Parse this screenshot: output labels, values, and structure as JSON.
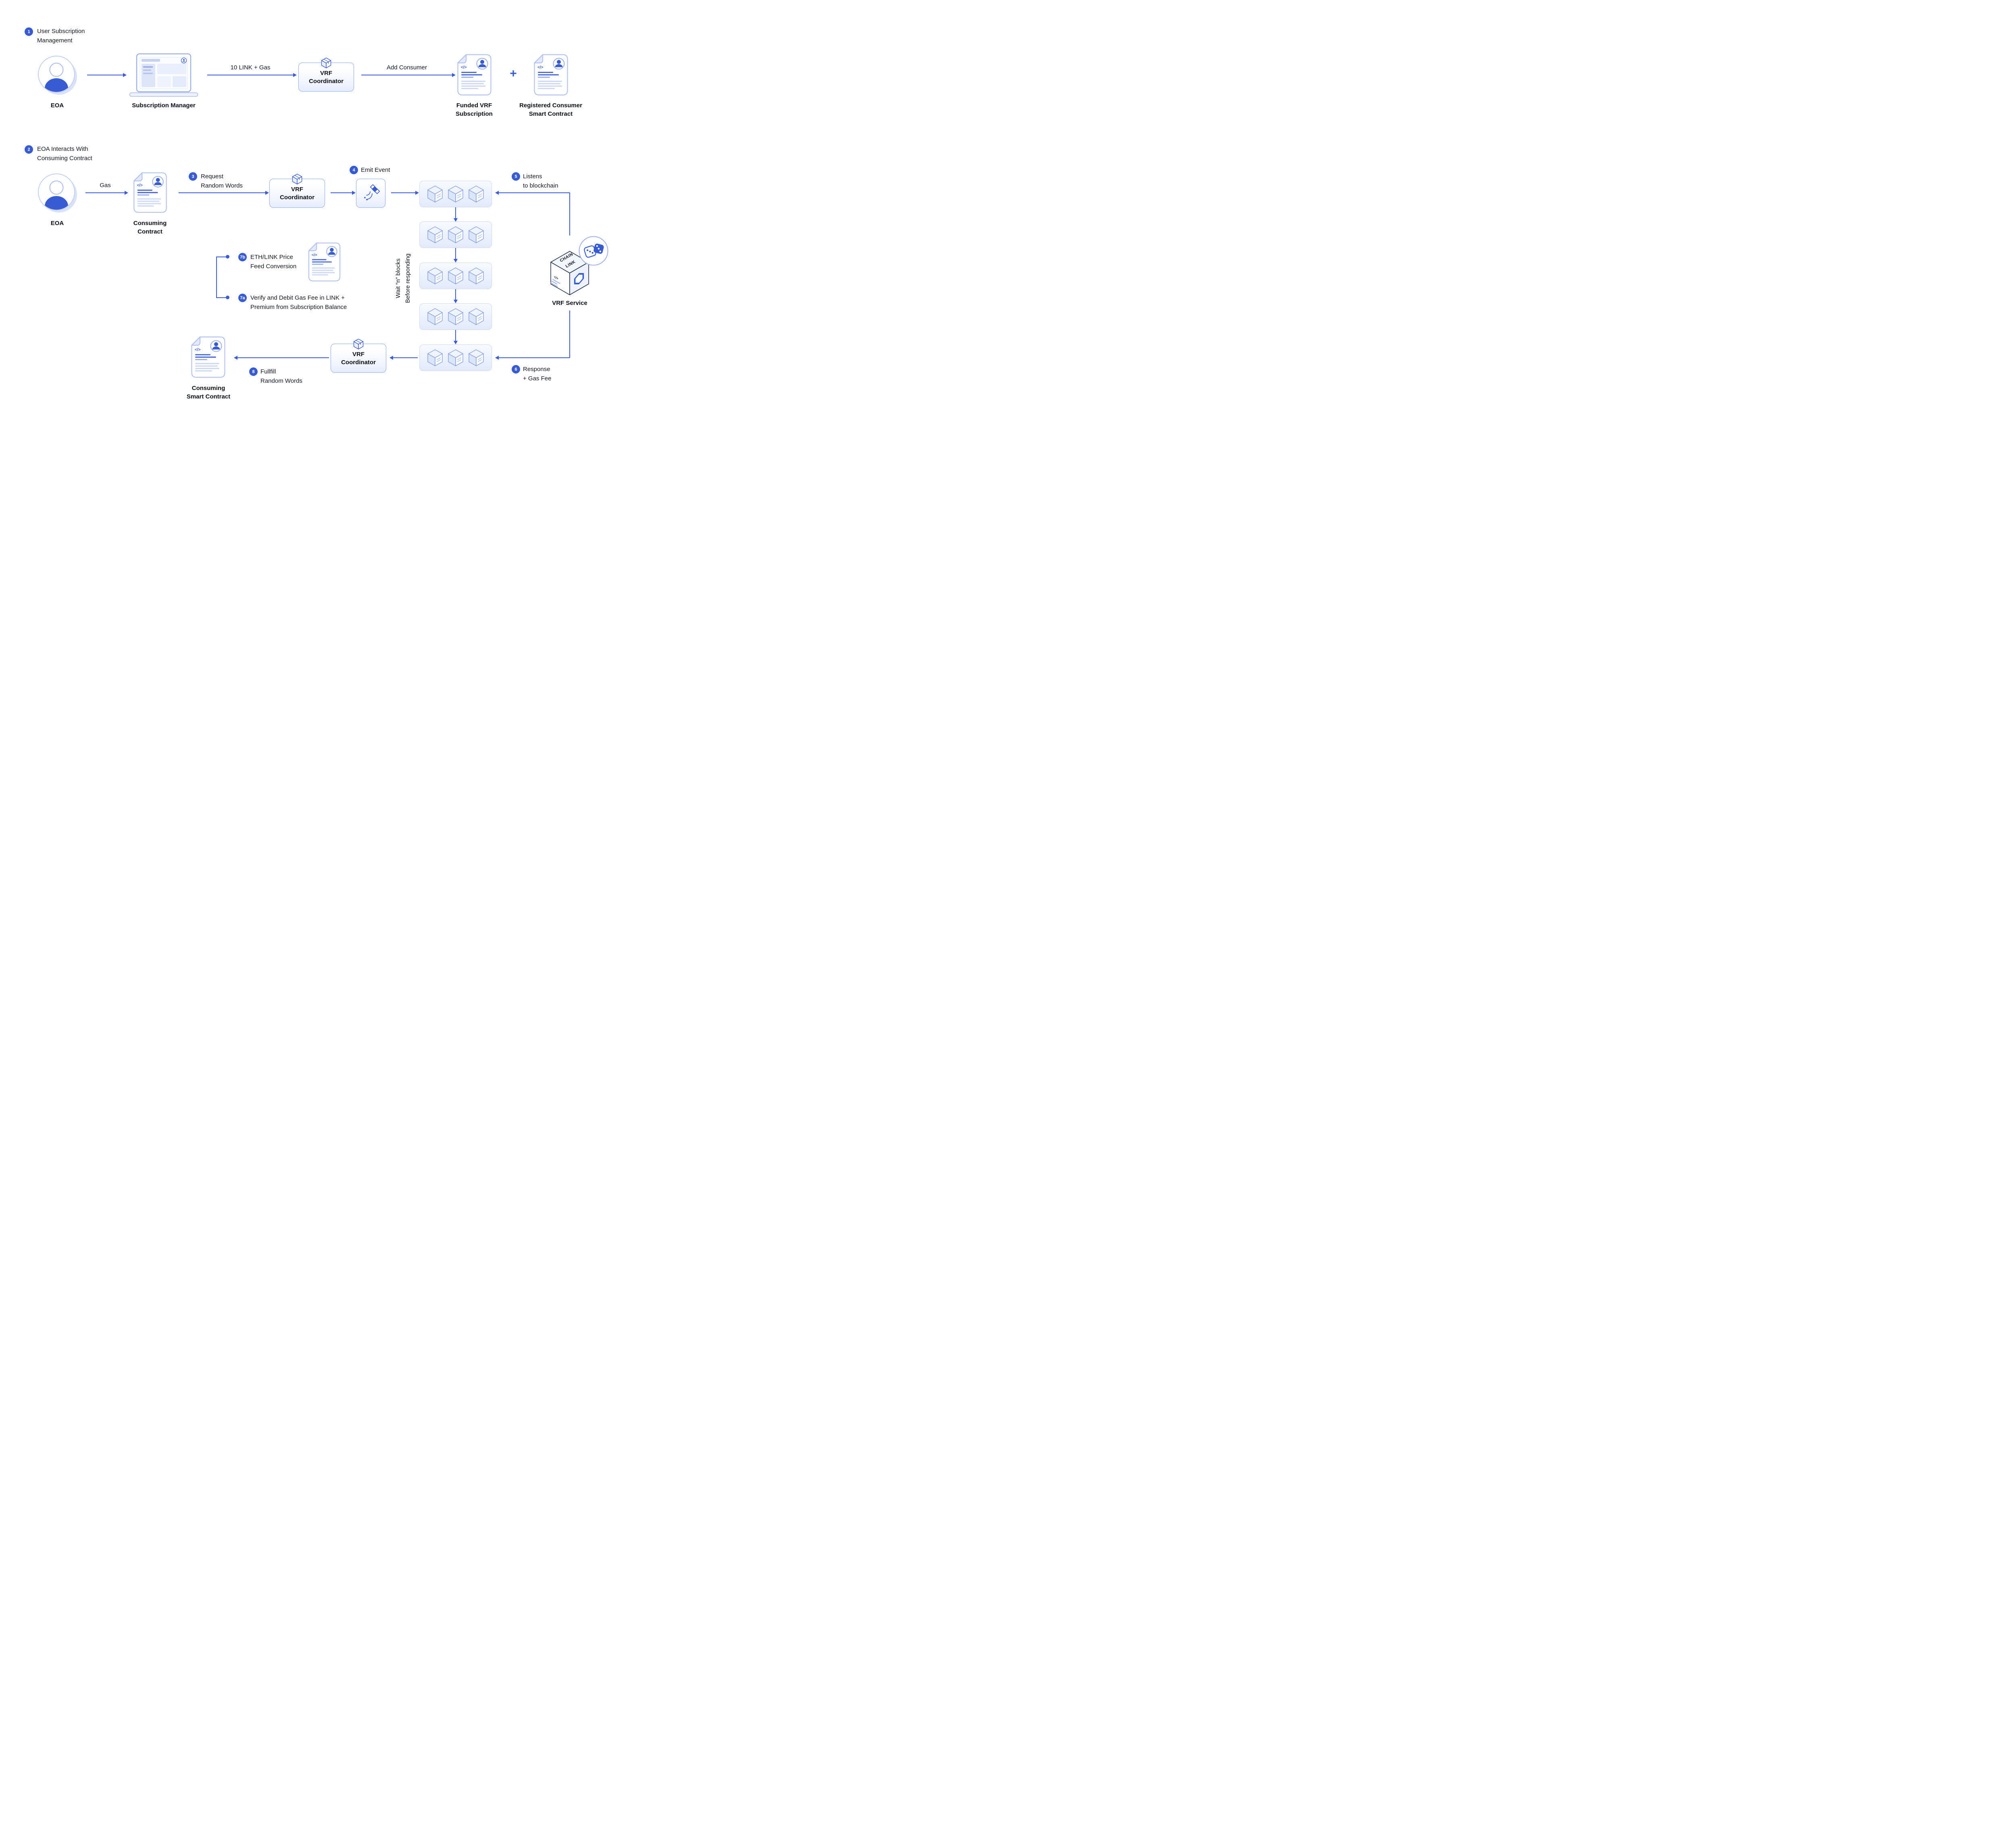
{
  "diagram": {
    "colors": {
      "primary": "#375BD2",
      "line": "#3A5BDC"
    },
    "icon_glyphs": {
      "code": "</>"
    },
    "steps": {
      "s1": {
        "badge": "1",
        "line1": "User Subscription",
        "line2": "Management"
      },
      "s2": {
        "badge": "2",
        "line1": "EOA Interacts With",
        "line2": "Consuming Contract"
      },
      "s3": {
        "badge": "3",
        "line1": "Request",
        "line2": "Random Words"
      },
      "s4": {
        "badge": "4",
        "line1": "Emit Event"
      },
      "s5": {
        "badge": "5",
        "line1": "Listens",
        "line2": "to blockchain"
      },
      "s6": {
        "badge": "6",
        "line1": "Response",
        "line2": "+ Gas Fee"
      },
      "s7a": {
        "badge": "7a",
        "line1": "Verify and Debit Gas Fee in LINK +",
        "line2": "Premium from Subscription Balance"
      },
      "s7b": {
        "badge": "7b",
        "line1": "ETH/LINK Price",
        "line2": "Feed Conversion"
      },
      "s8": {
        "badge": "8",
        "line1": "Fullfill",
        "line2": "Random Words"
      }
    },
    "nodes": {
      "eoa_top": {
        "label": "EOA"
      },
      "subscription_manager": {
        "label": "Subscription Manager"
      },
      "vrf_coordinator_top": {
        "line1": "VRF",
        "line2": "Coordinator"
      },
      "funded_subscription": {
        "line1": "Funded VRF",
        "line2": "Subscription"
      },
      "plus": "+",
      "registered_consumer": {
        "line1": "Registered Consumer",
        "line2": "Smart Contract"
      },
      "eoa_bottom": {
        "label": "EOA"
      },
      "consuming_contract": {
        "line1": "Consuming",
        "line2": "Contract"
      },
      "vrf_coordinator_request": {
        "line1": "VRF",
        "line2": "Coordinator"
      },
      "vrf_coordinator_fulfill": {
        "line1": "VRF",
        "line2": "Coordinator"
      },
      "vrf_service": {
        "label": "VRF Service",
        "cube_line1": "CHAIN",
        "cube_line2": "LINK"
      },
      "consuming_smart_contract": {
        "line1": "Consuming",
        "line2": "Smart Contract"
      }
    },
    "edges": {
      "link_gas": "10 LINK + Gas",
      "add_consumer": "Add Consumer",
      "gas": "Gas",
      "wait_line1": "Wait “n” blocks",
      "wait_line2": "Before responding"
    }
  }
}
